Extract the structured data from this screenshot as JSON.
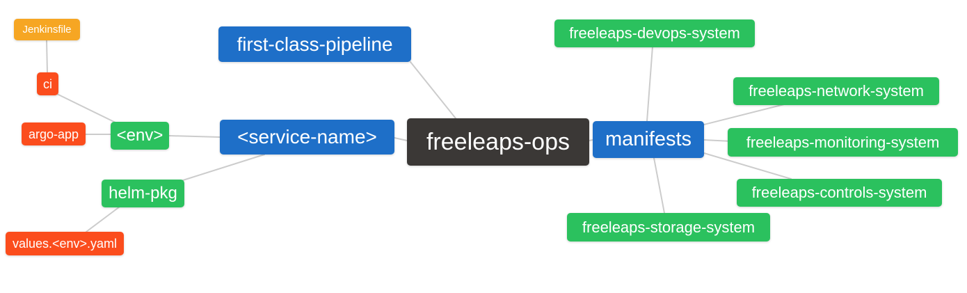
{
  "diagram": {
    "type": "mindmap",
    "root": "freeleaps-ops",
    "palette": {
      "root_node": "#3b3836",
      "level1_node": "#1e6fc8",
      "level2_node": "#2bc15e",
      "level3_node": "#fb4d1d",
      "level4_node": "#f6a623",
      "edge": "#cccccc",
      "node_text": "#ffffff",
      "background": "#ffffff"
    },
    "nodes": {
      "jenkinsfile": {
        "label": "Jenkinsfile",
        "level": 4,
        "color": "#f6a623"
      },
      "ci": {
        "label": "ci",
        "level": 3,
        "color": "#fb4d1d"
      },
      "argo_app": {
        "label": "argo-app",
        "level": 3,
        "color": "#fb4d1d"
      },
      "env": {
        "label": "<env>",
        "level": 2,
        "color": "#2bc15e"
      },
      "helm_pkg": {
        "label": "helm-pkg",
        "level": 2,
        "color": "#2bc15e"
      },
      "values_yaml": {
        "label": "values.<env>.yaml",
        "level": 3,
        "color": "#fb4d1d"
      },
      "first_class": {
        "label": "first-class-pipeline",
        "level": 1,
        "color": "#1e6fc8"
      },
      "service_name": {
        "label": "<service-name>",
        "level": 1,
        "color": "#1e6fc8"
      },
      "freeleaps_ops": {
        "label": "freeleaps-ops",
        "level": 0,
        "color": "#3b3836"
      },
      "manifests": {
        "label": "manifests",
        "level": 1,
        "color": "#1e6fc8"
      },
      "devops": {
        "label": "freeleaps-devops-system",
        "level": 2,
        "color": "#2bc15e"
      },
      "network": {
        "label": "freeleaps-network-system",
        "level": 2,
        "color": "#2bc15e"
      },
      "monitoring": {
        "label": "freeleaps-monitoring-system",
        "level": 2,
        "color": "#2bc15e"
      },
      "controls": {
        "label": "freeleaps-controls-system",
        "level": 2,
        "color": "#2bc15e"
      },
      "storage": {
        "label": "freeleaps-storage-system",
        "level": 2,
        "color": "#2bc15e"
      }
    },
    "edges": [
      [
        "jenkinsfile",
        "ci"
      ],
      [
        "ci",
        "env"
      ],
      [
        "argo_app",
        "env"
      ],
      [
        "env",
        "service_name"
      ],
      [
        "helm_pkg",
        "service_name"
      ],
      [
        "values_yaml",
        "helm_pkg"
      ],
      [
        "service_name",
        "freeleaps_ops"
      ],
      [
        "first_class",
        "freeleaps_ops"
      ],
      [
        "freeleaps_ops",
        "manifests"
      ],
      [
        "manifests",
        "devops"
      ],
      [
        "manifests",
        "network"
      ],
      [
        "manifests",
        "monitoring"
      ],
      [
        "manifests",
        "controls"
      ],
      [
        "manifests",
        "storage"
      ]
    ]
  }
}
